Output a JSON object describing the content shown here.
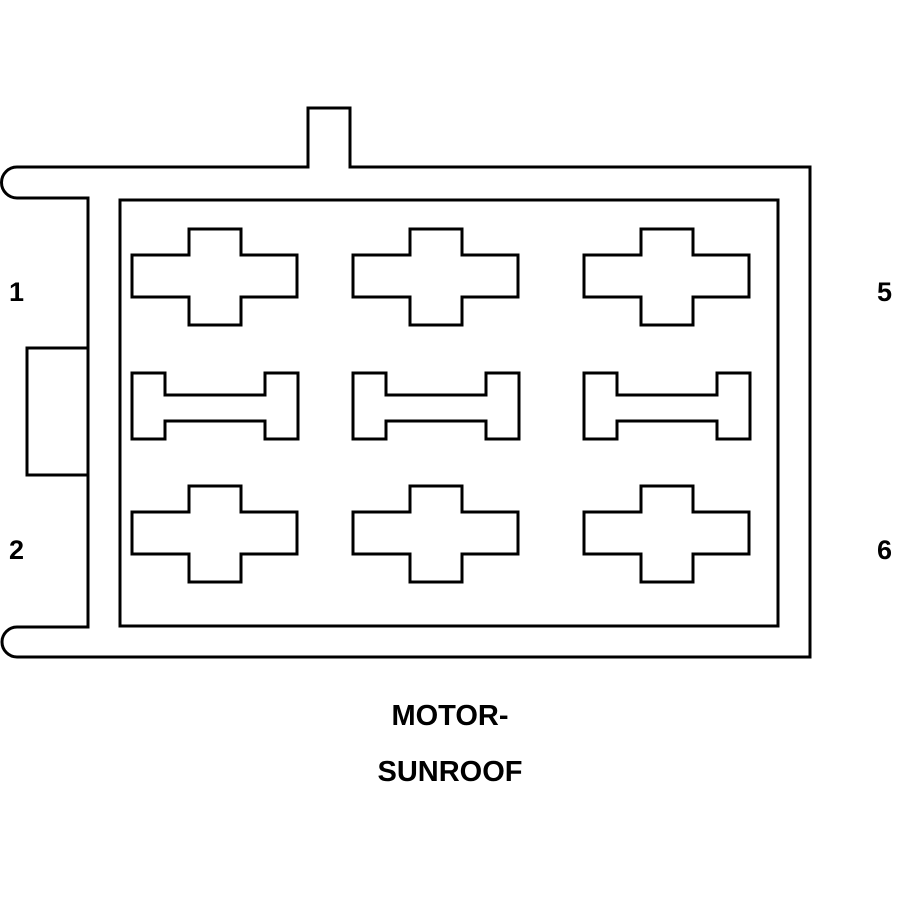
{
  "pin_labels": {
    "top_left": "1",
    "bottom_left": "2",
    "top_right": "5",
    "bottom_right": "6"
  },
  "caption": {
    "line1": "MOTOR-",
    "line2": "SUNROOF"
  },
  "terminals": {
    "rows": [
      [
        "cross",
        "cross",
        "cross"
      ],
      [
        "bar",
        "bar",
        "bar"
      ],
      [
        "cross",
        "cross",
        "cross"
      ]
    ]
  },
  "colors": {
    "stroke": "#000000",
    "background": "#ffffff"
  }
}
